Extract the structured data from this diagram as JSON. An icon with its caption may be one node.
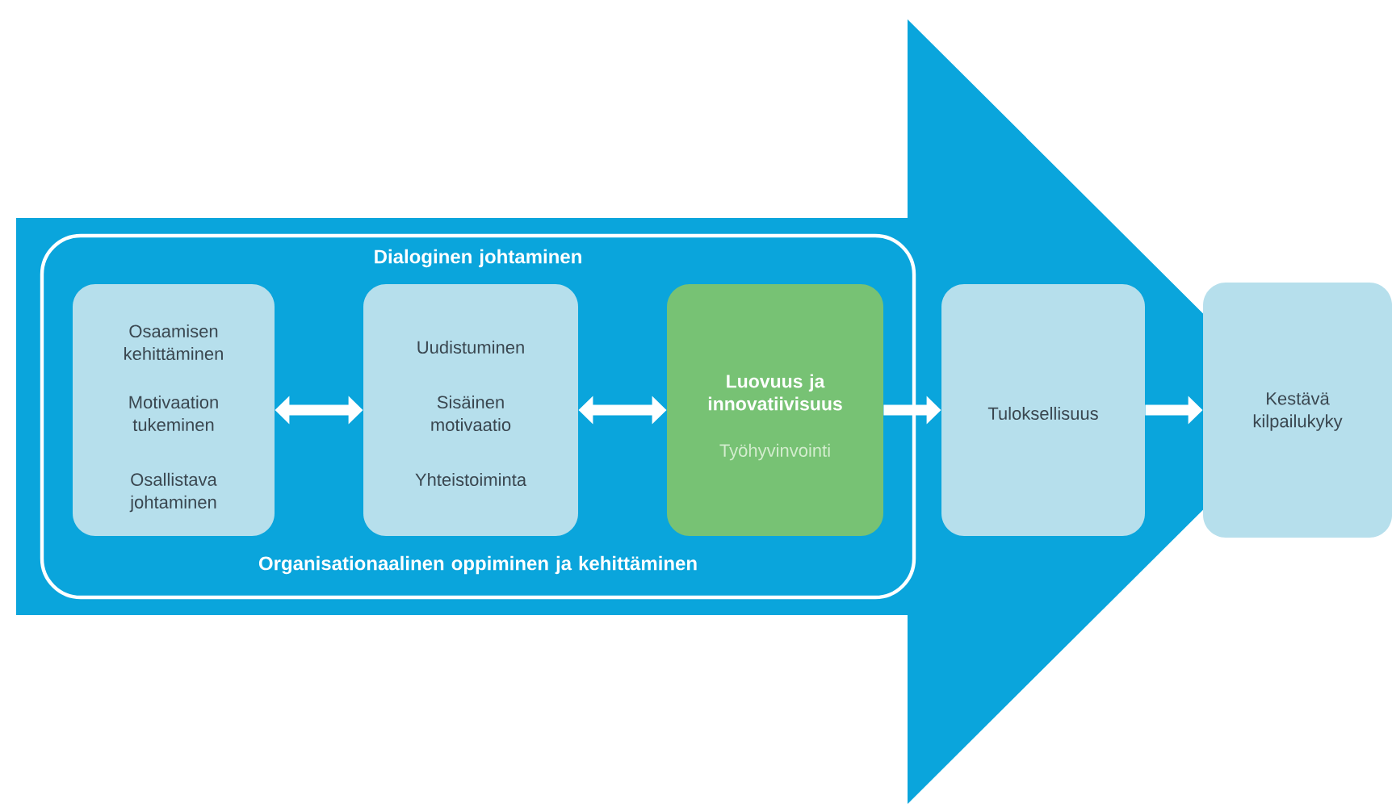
{
  "diagram": {
    "nodes": [
      {
        "text": [
          "Dialoginen johtaminen",
          "Organisationaalinen oppiminen ja kehittäminen"
        ]
      },
      {
        "text": [
          "Osaamisen kehittäminen",
          "Motivaation tukeminen",
          "Osallistava johtaminen"
        ],
        "in": 0
      },
      {
        "text": [
          "Uudistuminen",
          "Sisäinen motivaatio",
          "Yhteistoiminta"
        ],
        "in": 0
      },
      {
        "text": [
          "Luovuus ja innovatiivisuus",
          "Työhyvinvointi"
        ],
        "in": 0
      },
      {
        "text": [
          "Tuloksellisuus"
        ]
      },
      {
        "text": [
          "Kestävä kilpailukyky"
        ]
      }
    ],
    "edges": [
      {
        "from": 1,
        "to": 2,
        "arrow": "both"
      },
      {
        "from": 2,
        "to": 3,
        "arrow": "both"
      },
      {
        "from": 3,
        "to": 4,
        "arrow": "to"
      },
      {
        "from": 4,
        "to": 5,
        "arrow": "to"
      }
    ]
  }
}
